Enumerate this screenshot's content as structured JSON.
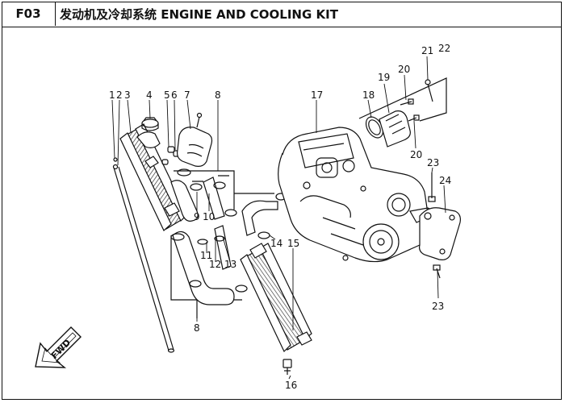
{
  "header": {
    "code": "F03",
    "title": "发动机及冷却系统 ENGINE AND COOLING KIT"
  },
  "fwd_label": "FWD",
  "callouts": [
    "1",
    "2",
    "3",
    "4",
    "5",
    "6",
    "7",
    "8",
    "8",
    "9",
    "10",
    "11",
    "12",
    "13",
    "14",
    "15",
    "16",
    "17",
    "18",
    "19",
    "20",
    "20",
    "21",
    "22",
    "23",
    "23",
    "24"
  ]
}
